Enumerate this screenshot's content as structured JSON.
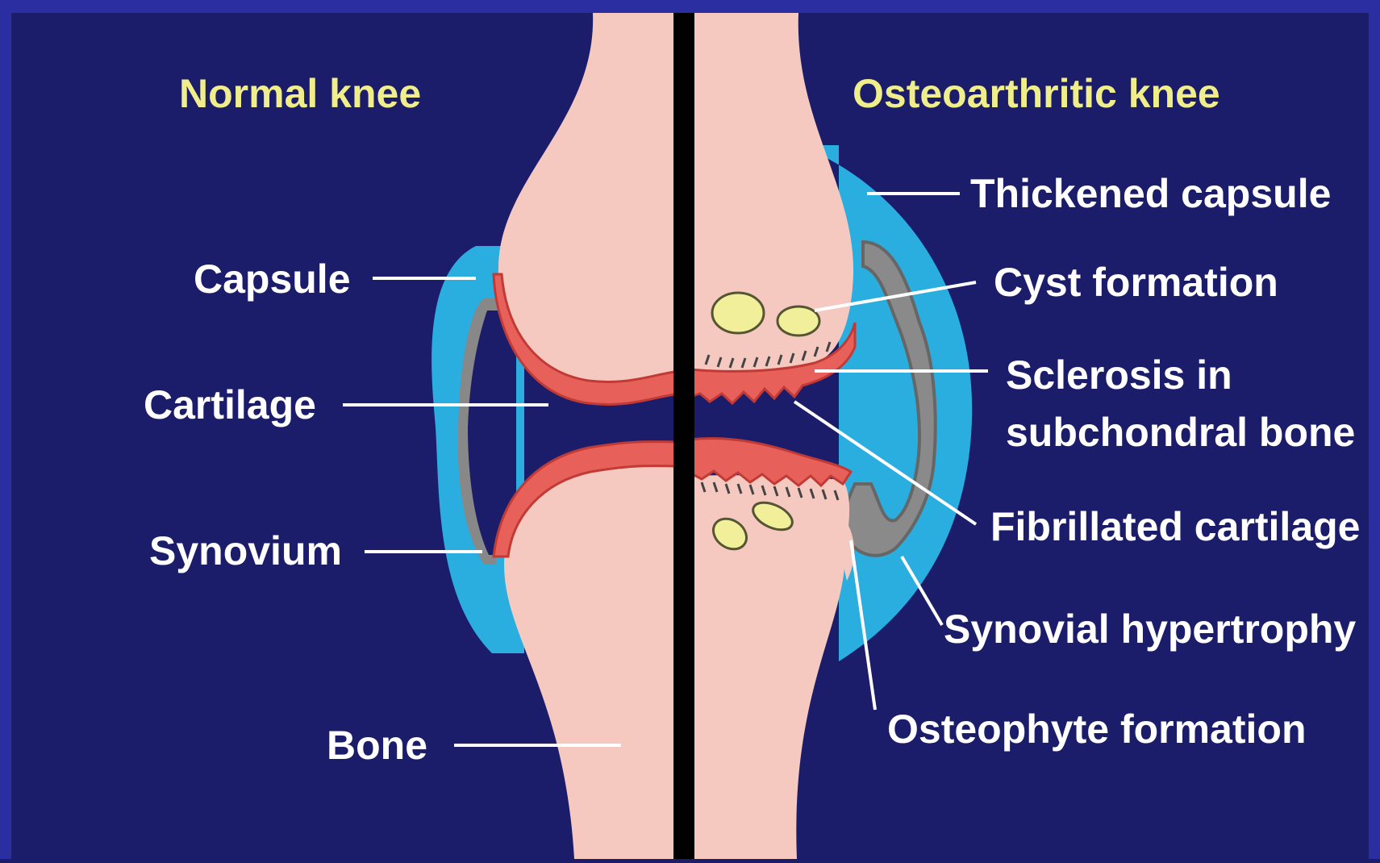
{
  "titles": {
    "normal": "Normal knee",
    "osteoarthritic": "Osteoarthritic knee"
  },
  "labels": {
    "capsule": "Capsule",
    "cartilage": "Cartilage",
    "synovium": "Synovium",
    "bone": "Bone",
    "thickened_capsule": "Thickened capsule",
    "cyst_formation": "Cyst formation",
    "sclerosis_line1": "Sclerosis in",
    "sclerosis_line2": "subchondral bone",
    "fibrillated_cartilage": "Fibrillated cartilage",
    "synovial_hypertrophy": "Synovial hypertrophy",
    "osteophyte_formation": "Osteophyte formation"
  },
  "colors": {
    "background": "#1b1d6b",
    "frame": "#2a2ea0",
    "bone": "#f5c8c0",
    "cartilage": "#e8605a",
    "cartilage_edge": "#c23a35",
    "capsule": "#2aaee0",
    "synovium": "#8a8a8a",
    "cyst": "#f2ef9a",
    "title_text": "#f0ee8a",
    "label_text": "#ffffff",
    "divider": "#000000"
  }
}
